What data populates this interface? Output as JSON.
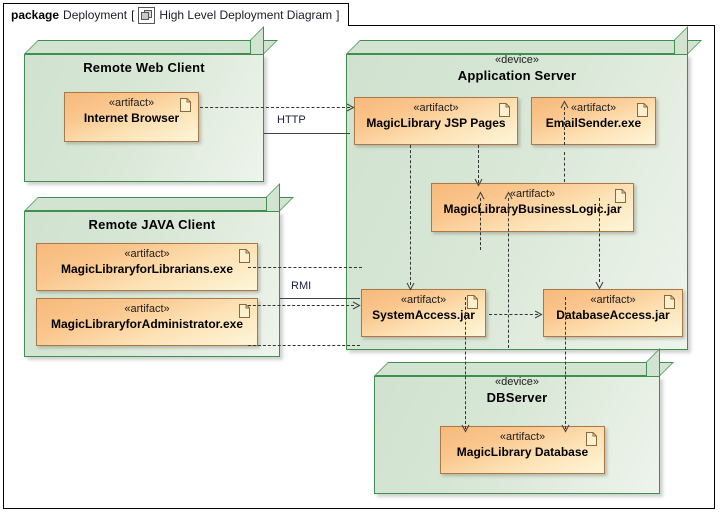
{
  "diagram": {
    "header": {
      "keyword": "package",
      "package_name": "Deployment",
      "bracket_open": "[",
      "bracket_close": "]",
      "diagram_name": "High Level Deployment Diagram",
      "icon": "package-icon"
    },
    "colors": {
      "node_fill": "#d3e3d2",
      "node_border": "#3f8f4f",
      "artifact_fill_top": "#f7b97a",
      "artifact_fill_bottom": "#fdf6d8",
      "artifact_border": "#a9794a",
      "connector": "#333333",
      "label_text": "#1b1b3a",
      "frame_border": "#000000"
    },
    "stereotypes": {
      "artifact": "«artifact»",
      "device": "«device»"
    },
    "nodes": [
      {
        "id": "remote-web-client",
        "name": "Remote Web Client",
        "stereotype": "",
        "artifacts": [
          {
            "id": "internet-browser",
            "stereotype": "«artifact»",
            "name": "Internet Browser"
          }
        ]
      },
      {
        "id": "remote-java-client",
        "name": "Remote JAVA Client",
        "stereotype": "",
        "artifacts": [
          {
            "id": "magiclibrary-librarians",
            "stereotype": "«artifact»",
            "name": "MagicLibraryforLibrarians.exe"
          },
          {
            "id": "magiclibrary-administrator",
            "stereotype": "«artifact»",
            "name": "MagicLibraryforAdministrator.exe"
          }
        ]
      },
      {
        "id": "application-server",
        "name": "Application Server",
        "stereotype": "«device»",
        "artifacts": [
          {
            "id": "magiclibrary-jsp-pages",
            "stereotype": "«artifact»",
            "name": "MagicLibrary JSP Pages"
          },
          {
            "id": "emailsender-exe",
            "stereotype": "«artifact»",
            "name": "EmailSender.exe"
          },
          {
            "id": "magiclibrary-business-logic",
            "stereotype": "«artifact»",
            "name": "MagicLibraryBusinessLogic.jar"
          },
          {
            "id": "systemaccess-jar",
            "stereotype": "«artifact»",
            "name": "SystemAccess.jar"
          },
          {
            "id": "databaseaccess-jar",
            "stereotype": "«artifact»",
            "name": "DatabaseAccess.jar"
          }
        ]
      },
      {
        "id": "dbserver",
        "name": "DBServer",
        "stereotype": "«device»",
        "artifacts": [
          {
            "id": "magiclibrary-database",
            "stereotype": "«artifact»",
            "name": "MagicLibrary Database"
          }
        ]
      }
    ],
    "connections": [
      {
        "id": "http-link",
        "label": "HTTP",
        "from": "remote-web-client",
        "to": "application-server",
        "style": "solid-with-dependency"
      },
      {
        "id": "rmi-link",
        "label": "RMI",
        "from": "remote-java-client",
        "to": "application-server",
        "style": "solid-with-dependency"
      }
    ],
    "dependencies": [
      {
        "from": "internet-browser",
        "to": "magiclibrary-jsp-pages"
      },
      {
        "from": "magiclibrary-jsp-pages",
        "to": "magiclibrary-business-logic"
      },
      {
        "from": "magiclibrary-jsp-pages",
        "to": "systemaccess-jar"
      },
      {
        "from": "magiclibrary-business-logic",
        "to": "emailsender-exe"
      },
      {
        "from": "systemaccess-jar",
        "to": "magiclibrary-business-logic"
      },
      {
        "from": "databaseaccess-jar",
        "to": "magiclibrary-business-logic"
      },
      {
        "from": "magiclibrary-business-logic",
        "to": "databaseaccess-jar"
      },
      {
        "from": "systemaccess-jar",
        "to": "databaseaccess-jar"
      },
      {
        "from": "magiclibraryforlibrarians",
        "to": "systemaccess-jar"
      },
      {
        "from": "magiclibraryforadministrator",
        "to": "systemaccess-jar"
      },
      {
        "from": "systemaccess-jar",
        "to": "magiclibrary-database"
      },
      {
        "from": "databaseaccess-jar",
        "to": "magiclibrary-database"
      }
    ]
  }
}
